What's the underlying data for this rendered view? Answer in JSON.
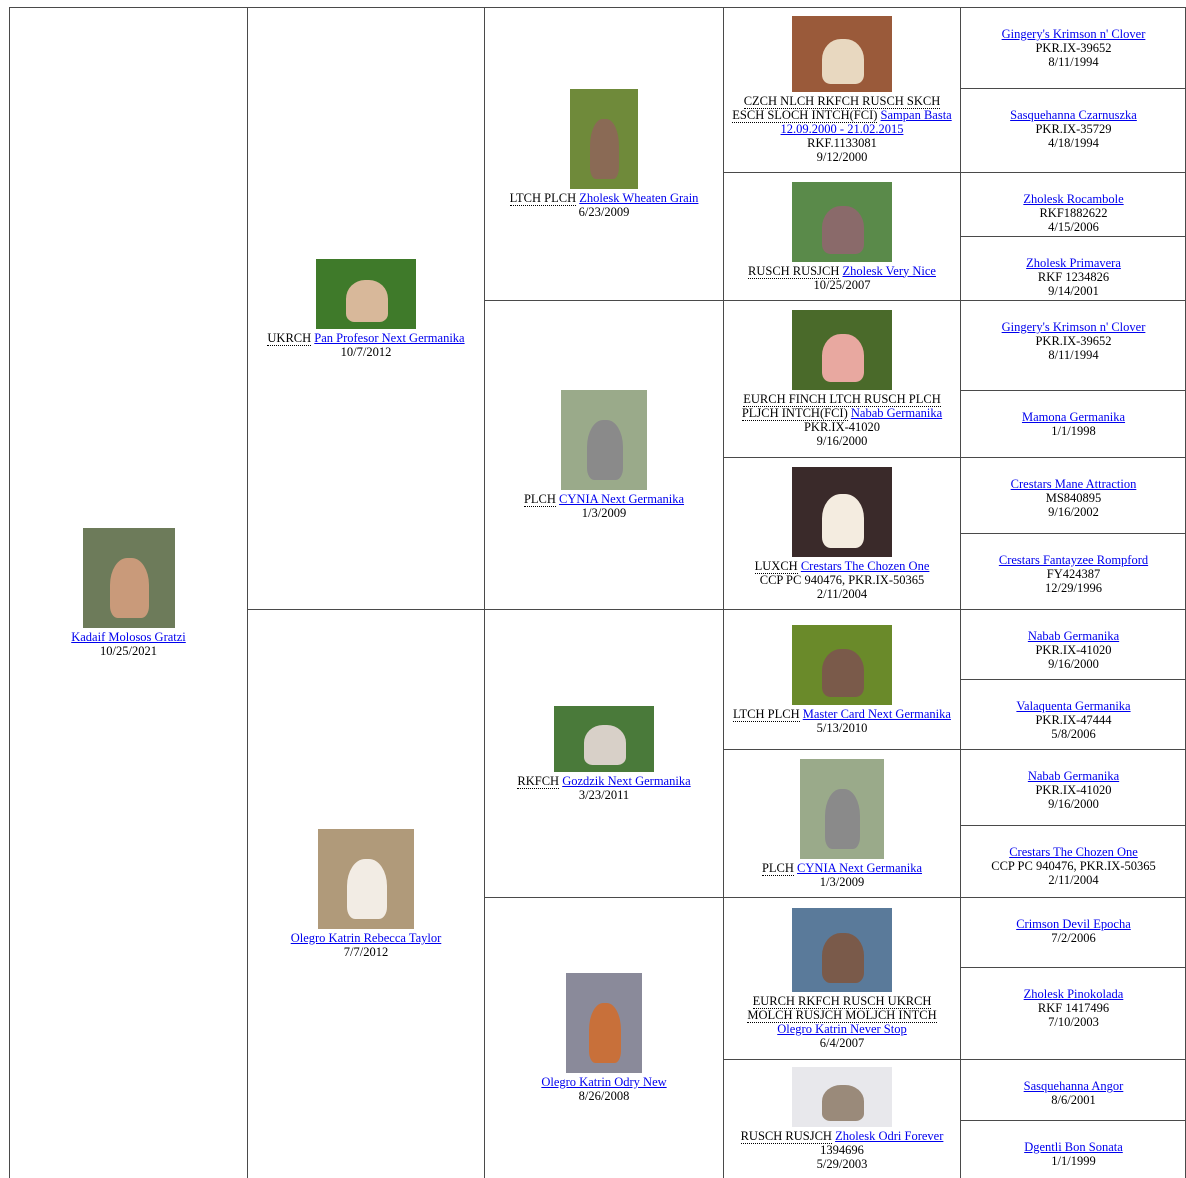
{
  "root": {
    "titles": "",
    "name": "Kadaif Molosos Gratzi",
    "reg": "",
    "date": "10/25/2021",
    "photo": {
      "bg": "#6d7b5a",
      "fg": "#c99a7a"
    }
  },
  "gen1": [
    {
      "titles": "UKRCH",
      "name": "Pan Profesor Next Germanika",
      "reg": "",
      "date": "10/7/2012",
      "photo": {
        "bg": "#3f7a2a",
        "fg": "#d8b89a"
      }
    },
    {
      "titles": "",
      "name": "Olegro Katrin Rebecca Taylor",
      "reg": "",
      "date": "7/7/2012",
      "photo": {
        "bg": "#b09a7a",
        "fg": "#f2ece4"
      }
    }
  ],
  "gen2": [
    {
      "titles": "LTCH PLCH",
      "name": "Zholesk Wheaten Grain",
      "reg": "",
      "date": "6/23/2009",
      "photo": {
        "bg": "#6f8a3a",
        "fg": "#8a6a55"
      }
    },
    {
      "titles": "PLCH",
      "name": "CYNIA Next Germanika",
      "reg": "",
      "date": "1/3/2009",
      "photo": {
        "bg": "#9aaa8a",
        "fg": "#8a8a8a"
      }
    },
    {
      "titles": "RKFCH",
      "name": "Gozdzik Next Germanika",
      "reg": "",
      "date": "3/23/2011",
      "photo": {
        "bg": "#4a7a3a",
        "fg": "#d8d0c8"
      }
    },
    {
      "titles": "",
      "name": "Olegro Katrin Odry New",
      "reg": "",
      "date": "8/26/2008",
      "photo": {
        "bg": "#8a8a9a",
        "fg": "#c8703a"
      }
    }
  ],
  "gen3": [
    {
      "titles": "CZCH NLCH RKFCH RUSCH SKCH ESCH SLOCH INTCH(FCI)",
      "name": "Sampan Basta 12.09.2000 - 21.02.2015",
      "reg": "RKF.1133081",
      "date": "9/12/2000",
      "photo": {
        "bg": "#9a5a3a",
        "fg": "#e8d8c0"
      }
    },
    {
      "titles": "RUSCH RUSJCH",
      "name": "Zholesk Very Nice",
      "reg": "",
      "date": "10/25/2007",
      "photo": {
        "bg": "#5a8a4a",
        "fg": "#8a6a6a"
      }
    },
    {
      "titles": "EURCH FINCH LTCH RUSCH PLCH PLJCH INTCH(FCI)",
      "name": "Nabab Germanika",
      "reg": "PKR.IX-41020",
      "date": "9/16/2000",
      "photo": {
        "bg": "#4a6a2a",
        "fg": "#e8a8a0"
      }
    },
    {
      "titles": "LUXCH",
      "name": "Crestars The Chozen One",
      "reg": "CCP PC 940476, PKR.IX-50365",
      "date": "2/11/2004",
      "photo": {
        "bg": "#3a2a2a",
        "fg": "#f4ece0"
      }
    },
    {
      "titles": "LTCH PLCH",
      "name": "Master Card Next Germanika",
      "reg": "",
      "date": "5/13/2010",
      "photo": {
        "bg": "#6a8a2a",
        "fg": "#7a5a4a"
      }
    },
    {
      "titles": "PLCH",
      "name": "CYNIA Next Germanika",
      "reg": "",
      "date": "1/3/2009",
      "photo": {
        "bg": "#9aaa8a",
        "fg": "#8a8a8a"
      }
    },
    {
      "titles": "EURCH RKFCH RUSCH UKRCH MOLCH RUSJCH MOLJCH INTCH",
      "name": "Olegro Katrin Never Stop",
      "reg": "",
      "date": "6/4/2007",
      "photo": {
        "bg": "#5a7a9a",
        "fg": "#7a5a4a"
      }
    },
    {
      "titles": "RUSCH RUSJCH",
      "name": "Zholesk Odri Forever",
      "reg": "1394696",
      "date": "5/29/2003",
      "photo": {
        "bg": "#e8e8ec",
        "fg": "#9a8a7a"
      }
    }
  ],
  "gen4": [
    {
      "name": "Gingery's Krimson n' Clover",
      "reg": "PKR.IX-39652",
      "date": "8/11/1994"
    },
    {
      "name": "Sasquehanna Czarnuszka",
      "reg": "PKR.IX-35729",
      "date": "4/18/1994"
    },
    {
      "name": "Zholesk Rocambole",
      "reg": "RKF1882622",
      "date": "4/15/2006"
    },
    {
      "name": "Zholesk Primavera",
      "reg": "RKF 1234826",
      "date": "9/14/2001"
    },
    {
      "name": "Gingery's Krimson n' Clover",
      "reg": "PKR.IX-39652",
      "date": "8/11/1994"
    },
    {
      "name": "Mamona Germanika",
      "reg": "",
      "date": "1/1/1998"
    },
    {
      "name": "Crestars Mane Attraction",
      "reg": "MS840895",
      "date": "9/16/2002"
    },
    {
      "name": "Crestars Fantayzee Rompford",
      "reg": "FY424387",
      "date": "12/29/1996"
    },
    {
      "name": "Nabab Germanika",
      "reg": "PKR.IX-41020",
      "date": "9/16/2000"
    },
    {
      "name": "Valaquenta Germanika",
      "reg": "PKR.IX-47444",
      "date": "5/8/2006"
    },
    {
      "name": "Nabab Germanika",
      "reg": "PKR.IX-41020",
      "date": "9/16/2000"
    },
    {
      "name": "Crestars The Chozen One",
      "reg": "CCP PC 940476, PKR.IX-50365",
      "date": "2/11/2004"
    },
    {
      "name": "Crimson Devil Epocha",
      "reg": "",
      "date": "7/2/2006"
    },
    {
      "name": "Zholesk Pinokolada",
      "reg": "RKF 1417496",
      "date": "7/10/2003"
    },
    {
      "name": "Sasquehanna Angor",
      "reg": "",
      "date": "8/6/2001"
    },
    {
      "name": "Dgentli Bon Sonata",
      "reg": "",
      "date": "1/1/1999"
    }
  ]
}
